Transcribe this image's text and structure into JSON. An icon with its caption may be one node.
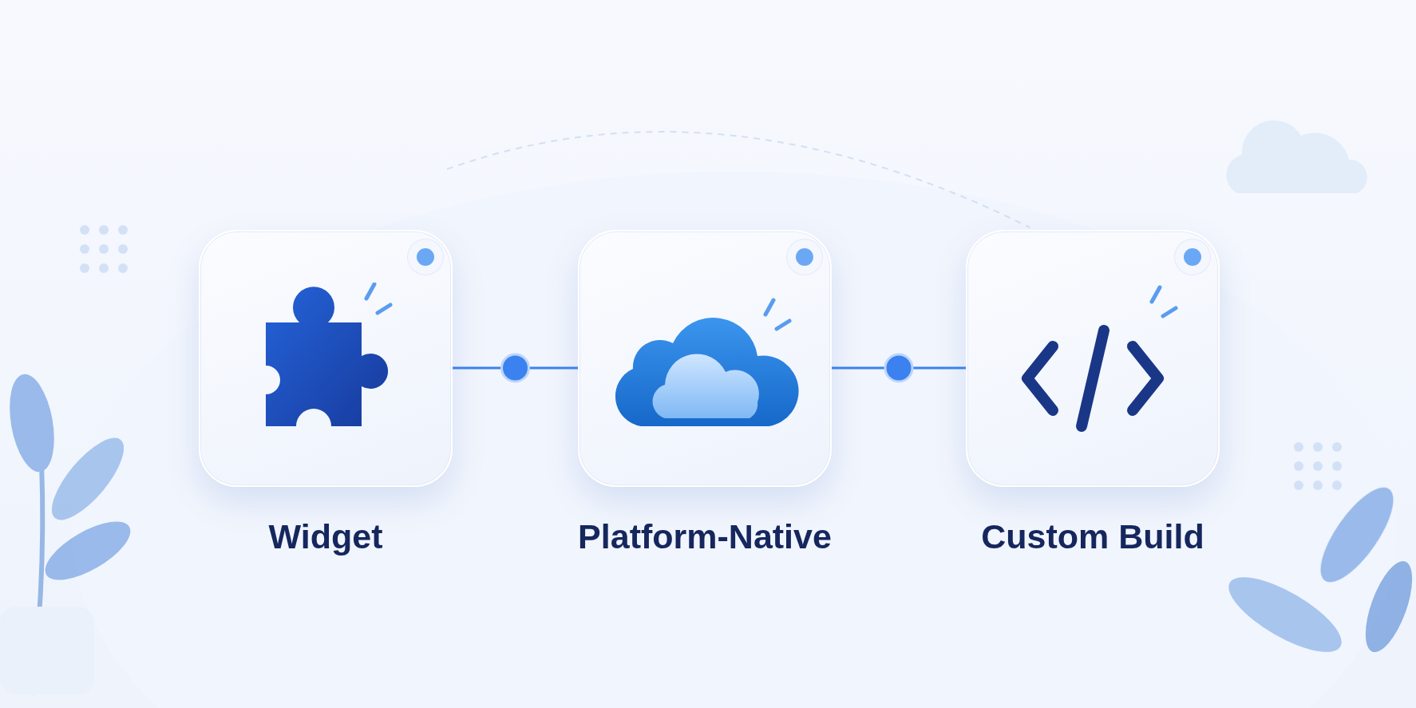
{
  "diagram": {
    "nodes": [
      {
        "text": [
          "Widget"
        ]
      },
      {
        "text": [
          "Platform-Native"
        ]
      },
      {
        "text": [
          "Custom Build"
        ]
      }
    ],
    "edges": [
      {
        "from": 0,
        "to": 1,
        "arrow": "none"
      },
      {
        "from": 1,
        "to": 2,
        "arrow": "none"
      }
    ]
  }
}
